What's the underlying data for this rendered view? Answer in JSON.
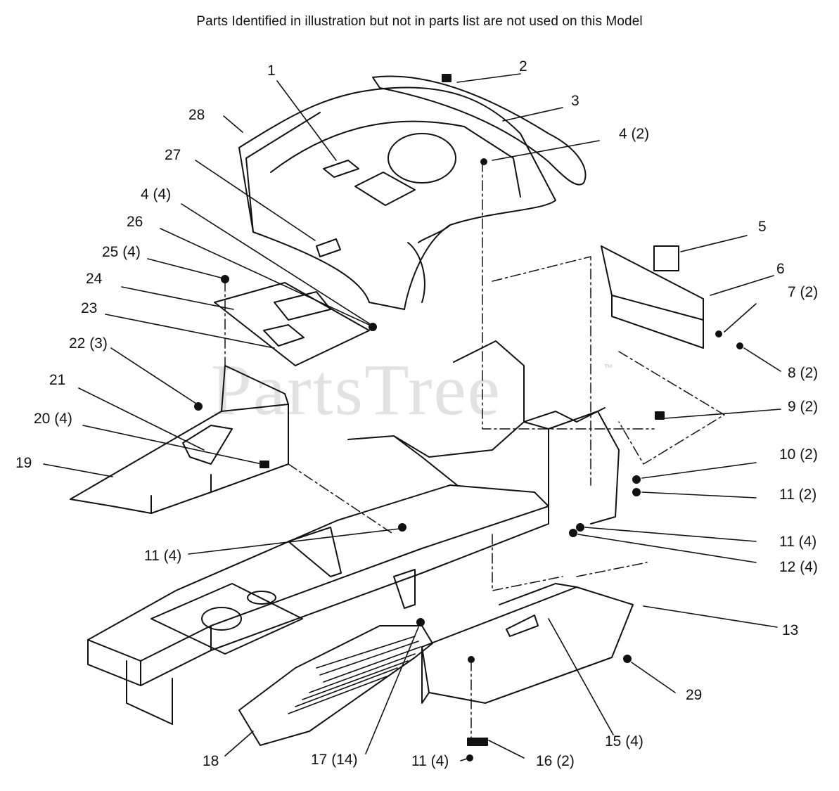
{
  "header_note": "Parts Identified  in illustration but not in parts list are not used on this Model",
  "watermark": {
    "text": "PartsTree",
    "mark": "™",
    "color": "#a0a0a0"
  },
  "callouts": [
    {
      "id": "c1",
      "text": "1"
    },
    {
      "id": "c2",
      "text": "2"
    },
    {
      "id": "c3",
      "text": "3"
    },
    {
      "id": "c4a",
      "text": "4 (2)"
    },
    {
      "id": "c5",
      "text": "5"
    },
    {
      "id": "c6",
      "text": "6"
    },
    {
      "id": "c7",
      "text": "7 (2)"
    },
    {
      "id": "c8",
      "text": "8 (2)"
    },
    {
      "id": "c9",
      "text": "9 (2)"
    },
    {
      "id": "c10",
      "text": "10 (2)"
    },
    {
      "id": "c11a",
      "text": "11 (2)"
    },
    {
      "id": "c11b",
      "text": "11 (4)"
    },
    {
      "id": "c12",
      "text": "12 (4)"
    },
    {
      "id": "c13",
      "text": "13"
    },
    {
      "id": "c29",
      "text": "29"
    },
    {
      "id": "c15",
      "text": "15 (4)"
    },
    {
      "id": "c16",
      "text": "16 (2)"
    },
    {
      "id": "c11c",
      "text": "11 (4)"
    },
    {
      "id": "c17",
      "text": "17 (14)"
    },
    {
      "id": "c18",
      "text": "18"
    },
    {
      "id": "c11d",
      "text": "11 (4)"
    },
    {
      "id": "c19",
      "text": "19"
    },
    {
      "id": "c20",
      "text": "20 (4)"
    },
    {
      "id": "c21",
      "text": "21"
    },
    {
      "id": "c22",
      "text": "22 (3)"
    },
    {
      "id": "c23",
      "text": "23"
    },
    {
      "id": "c24",
      "text": "24"
    },
    {
      "id": "c25",
      "text": "25 (4)"
    },
    {
      "id": "c26",
      "text": "26"
    },
    {
      "id": "c4b",
      "text": "4 (4)"
    },
    {
      "id": "c27",
      "text": "27"
    },
    {
      "id": "c28",
      "text": "28"
    }
  ]
}
